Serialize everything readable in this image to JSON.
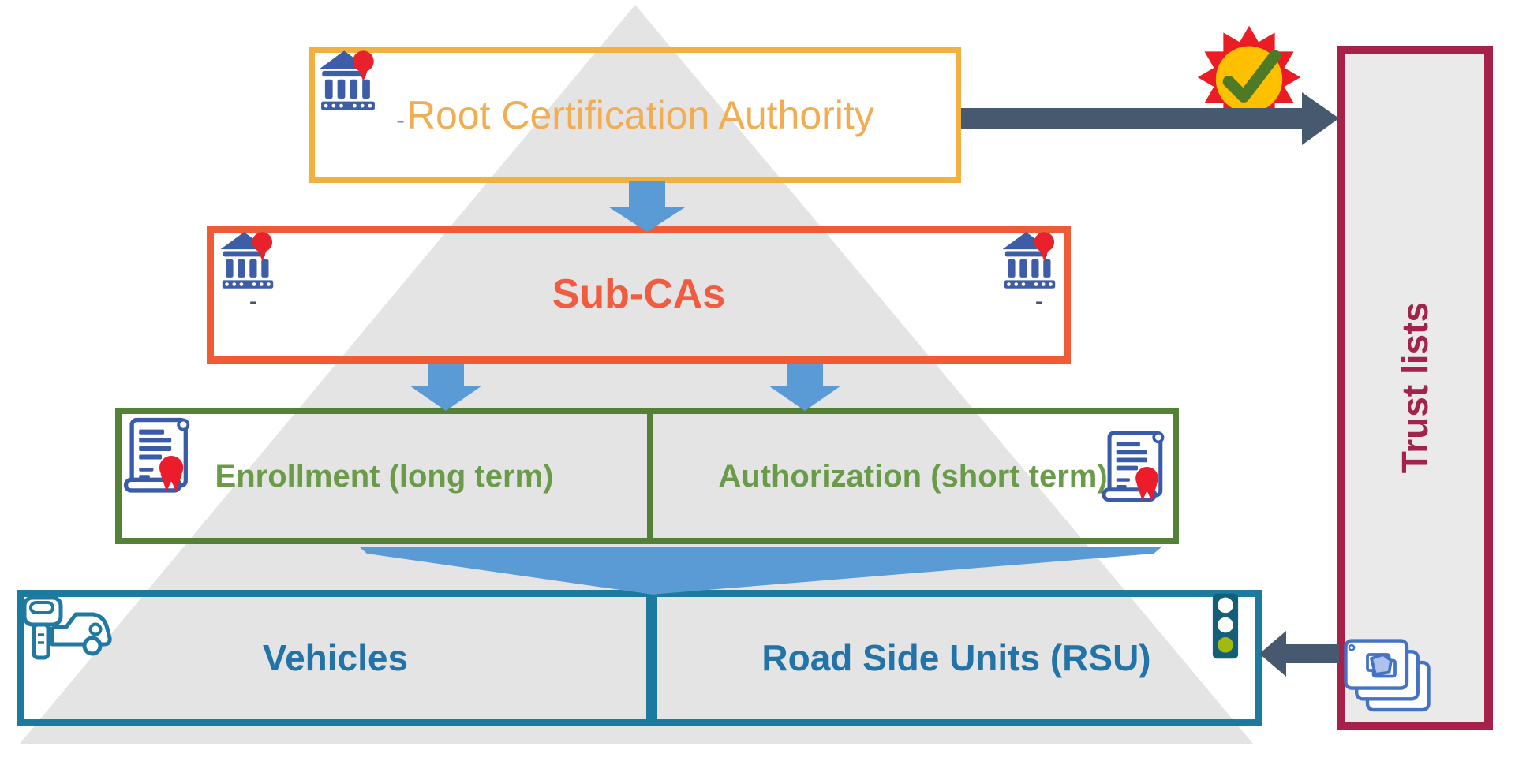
{
  "diagram": {
    "type": "pki-hierarchy-pyramid",
    "nodes": {
      "root_ca": {
        "dash": "-",
        "label": "Root Certification Authority",
        "border_color": "#F2B13E",
        "text_color": "#F2AC52"
      },
      "sub_cas": {
        "label": "Sub-CAs",
        "left_dash": "-",
        "right_dash": "-",
        "border_color": "#EE5B35",
        "text_color": "#F15B40"
      },
      "enrollment": {
        "label": "Enrollment (long term)",
        "border_color": "#538135",
        "text_color": "#6A9B48"
      },
      "authorization": {
        "label": "Authorization (short term)",
        "border_color": "#538135",
        "text_color": "#6A9B48"
      },
      "vehicles": {
        "label": "Vehicles",
        "border_color": "#1B7A9E",
        "text_color": "#2274A8"
      },
      "rsu": {
        "label": "Road Side Units (RSU)",
        "border_color": "#1B7A9E",
        "text_color": "#2274A8"
      },
      "trust_lists": {
        "label": "Trust lists",
        "border_color": "#A6224A",
        "text_color": "#A3234C",
        "fill_color": "#EAEAEA"
      }
    },
    "background": {
      "pyramid_fill": "#E4E4E4",
      "page_fill": "#FFFFFF"
    },
    "connectors": {
      "down_arrow_color": "#5B9BD5",
      "dark_arrow_color": "#46596E",
      "root_to_trust": "right-arrow",
      "trust_to_rsu": "left-arrow",
      "root_to_sub": "down-arrow",
      "sub_to_enrollment": "down-arrow",
      "sub_to_authorization": "down-arrow",
      "certs_to_devices": "wide-down-arrow"
    },
    "icons": {
      "bank_certified": {
        "name": "bank-certified-icon",
        "color": "#3D5EA6",
        "seal_color": "#E8212D"
      },
      "certificate": {
        "name": "certificate-icon",
        "color": "#3A5BA8",
        "seal_color": "#ED1C2B"
      },
      "car_key": {
        "name": "car-key-icon",
        "color": "#2079A0"
      },
      "traffic_light": {
        "name": "traffic-light-icon",
        "body_color": "#155E7A",
        "go_light_color": "#A2B90F"
      },
      "certificate_stack": {
        "name": "certificate-stack-icon",
        "color": "#4472C4"
      },
      "verified_badge": {
        "name": "verified-badge-icon",
        "star_color": "#EC1C24",
        "circle_color": "#FFC000",
        "check_color": "#4E7A28"
      }
    }
  }
}
